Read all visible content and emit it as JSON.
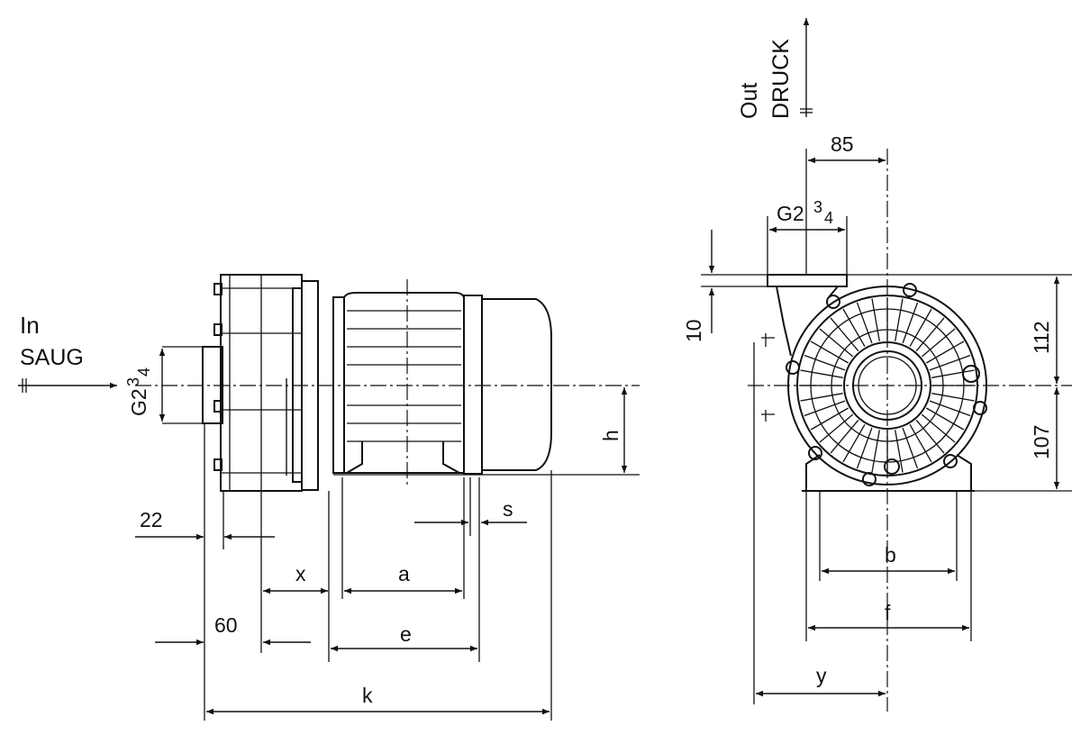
{
  "inlet": {
    "label_en": "In",
    "label_de": "SAUG",
    "thread": "G2",
    "thread_fraction_num": "3",
    "thread_fraction_den": "4"
  },
  "outlet": {
    "label_en": "Out",
    "label_de": "DRUCK",
    "thread": "G2",
    "thread_fraction_num": "3",
    "thread_fraction_den": "4"
  },
  "dimensions": {
    "d22": "22",
    "d60": "60",
    "x": "x",
    "a": "a",
    "e": "e",
    "k": "k",
    "s": "s",
    "h": "h",
    "d85": "85",
    "d10": "10",
    "d112": "112",
    "d107": "107",
    "b": "b",
    "f": "f",
    "y": "y"
  }
}
